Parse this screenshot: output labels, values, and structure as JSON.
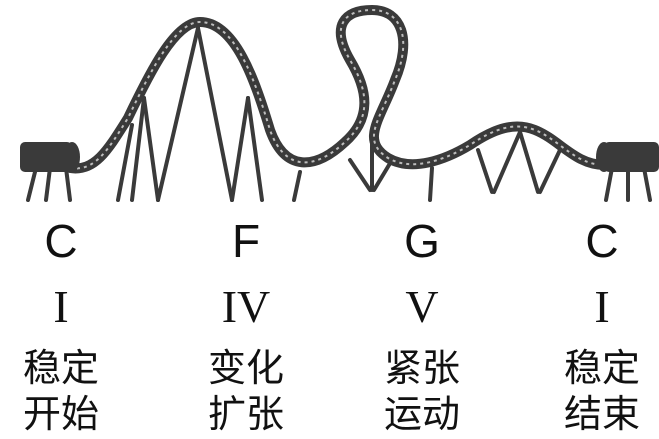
{
  "stages": [
    {
      "chord": "C",
      "numeral": "I",
      "line1": "稳定",
      "line2": "开始"
    },
    {
      "chord": "F",
      "numeral": "IV",
      "line1": "变化",
      "line2": "扩张"
    },
    {
      "chord": "G",
      "numeral": "V",
      "line1": "紧张",
      "line2": "运动"
    },
    {
      "chord": "C",
      "numeral": "I",
      "line1": "稳定",
      "line2": "结束"
    }
  ],
  "colors": {
    "track": "#3a3a3a",
    "rail_highlight": "#bdbdbd",
    "text": "#111111"
  }
}
